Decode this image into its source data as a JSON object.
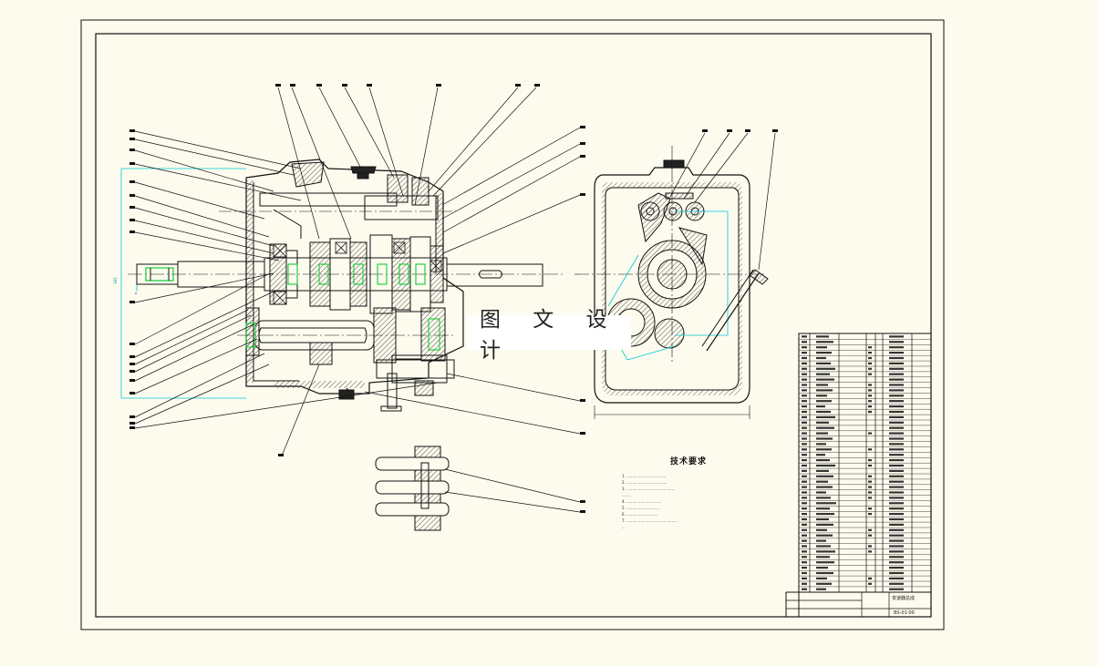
{
  "watermark": "图 文 设 计",
  "technical_requirements": {
    "title": "技术要求",
    "items": [
      "1. ..................................",
      "2. ...................................",
      "3. ..........................................",
      "   ........",
      "4. ..............................",
      "5. .............................",
      "6. ...........................",
      "7. ............................................",
      "   ..."
    ]
  },
  "title_block": {
    "drawing_name": "变速器总成",
    "drawing_number": "BS-01-00"
  },
  "colors": {
    "background": "#fdfbee",
    "line": "#111111",
    "dimension": "#00c8d8",
    "highlight": "#11cc33"
  }
}
